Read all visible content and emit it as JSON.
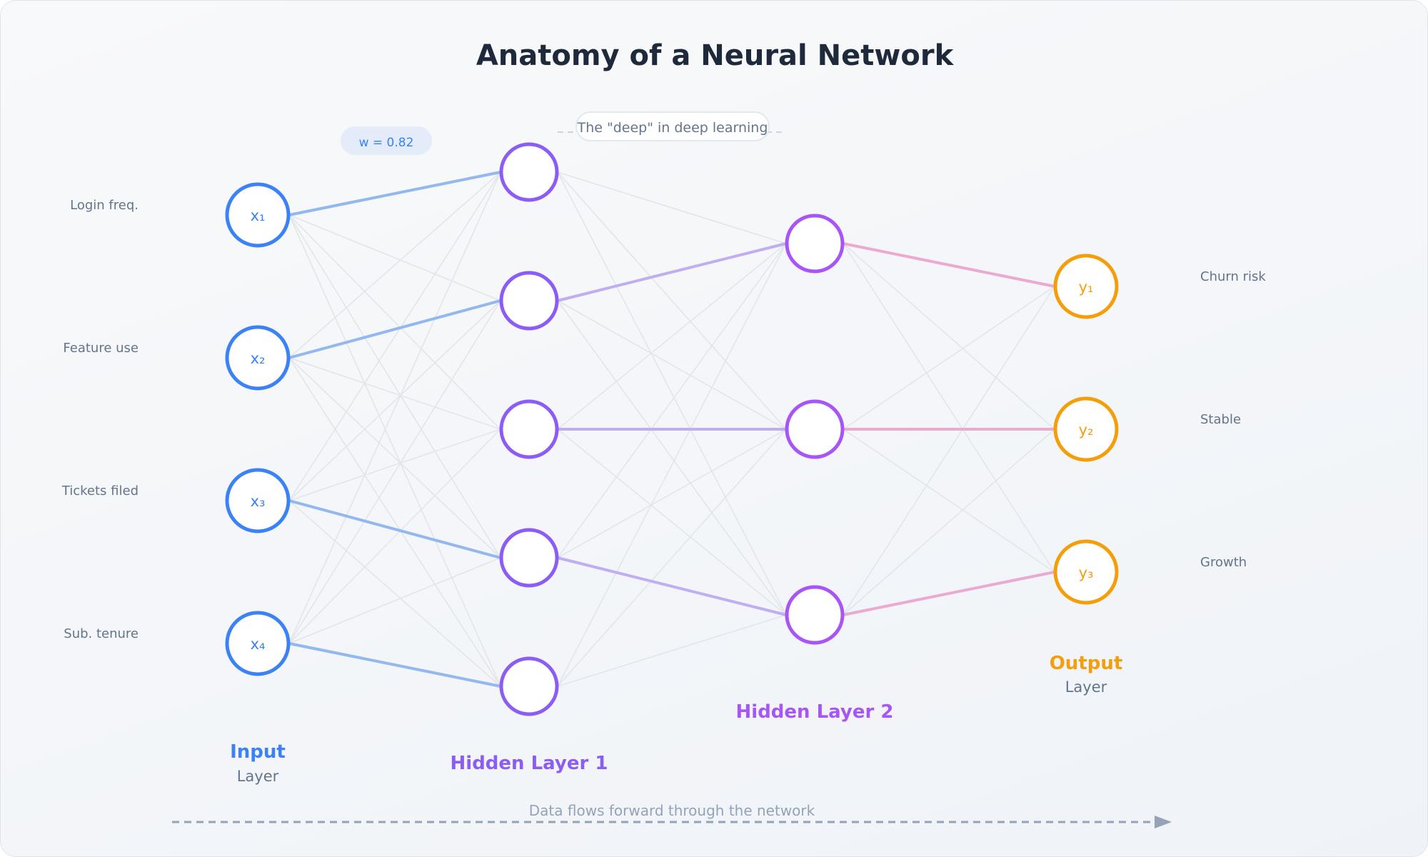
{
  "title": "Anatomy of a Neural Network",
  "colors": {
    "input": "#3b82f6",
    "hidden1": "#8b5cf6",
    "hidden2": "#a855f7",
    "output": "#f59e0b",
    "edge_input": "#93b8f0",
    "edge_hidden": "#c1aef0",
    "edge_output": "#eaaad2",
    "edge_faint": "#e2e5ea",
    "muted_text": "#64748b",
    "flow": "#94a3b8"
  },
  "layers": [
    {
      "id": "input",
      "title": "Input",
      "subtitle": "Layer",
      "nodes": [
        {
          "label": "x₁",
          "feature": "Login freq."
        },
        {
          "label": "x₂",
          "feature": "Feature use"
        },
        {
          "label": "x₃",
          "feature": "Tickets filed"
        },
        {
          "label": "x₄",
          "feature": "Sub. tenure"
        }
      ]
    },
    {
      "id": "hidden1",
      "title": "Hidden Layer 1",
      "subtitle": "",
      "nodes": [
        {
          "label": ""
        },
        {
          "label": ""
        },
        {
          "label": ""
        },
        {
          "label": ""
        },
        {
          "label": ""
        }
      ]
    },
    {
      "id": "hidden2",
      "title": "Hidden Layer 2",
      "subtitle": "",
      "nodes": [
        {
          "label": ""
        },
        {
          "label": ""
        },
        {
          "label": ""
        }
      ]
    },
    {
      "id": "output",
      "title": "Output",
      "subtitle": "Layer",
      "nodes": [
        {
          "label": "y₁",
          "feature": "Churn risk"
        },
        {
          "label": "y₂",
          "feature": "Stable"
        },
        {
          "label": "y₃",
          "feature": "Growth"
        }
      ]
    }
  ],
  "highlighted_edges": [
    {
      "from": [
        0,
        0
      ],
      "to": [
        1,
        0
      ]
    },
    {
      "from": [
        0,
        1
      ],
      "to": [
        1,
        1
      ]
    },
    {
      "from": [
        0,
        2
      ],
      "to": [
        1,
        3
      ]
    },
    {
      "from": [
        0,
        3
      ],
      "to": [
        1,
        4
      ]
    },
    {
      "from": [
        1,
        1
      ],
      "to": [
        2,
        0
      ]
    },
    {
      "from": [
        1,
        2
      ],
      "to": [
        2,
        1
      ]
    },
    {
      "from": [
        1,
        3
      ],
      "to": [
        2,
        2
      ]
    },
    {
      "from": [
        2,
        0
      ],
      "to": [
        3,
        0
      ]
    },
    {
      "from": [
        2,
        1
      ],
      "to": [
        3,
        1
      ]
    },
    {
      "from": [
        2,
        2
      ],
      "to": [
        3,
        2
      ]
    }
  ],
  "annotations": {
    "weight_label": "w = 0.82",
    "deep_callout": "The \"deep\" in deep learning",
    "flow_caption": "Data flows forward through the network"
  }
}
